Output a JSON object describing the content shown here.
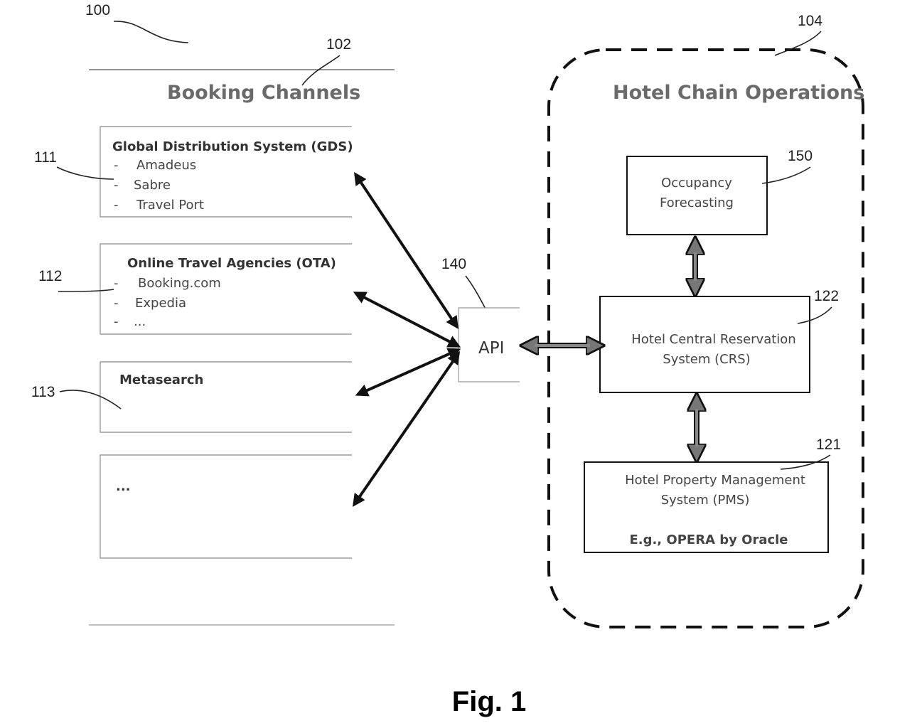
{
  "refs": {
    "r100": "100",
    "r102": "102",
    "r104": "104",
    "r111": "111",
    "r112": "112",
    "r113": "113",
    "r140": "140",
    "r150": "150",
    "r122": "122",
    "r121": "121"
  },
  "booking": {
    "title": "Booking Channels",
    "gds": {
      "title": "Global Distribution System (GDS)",
      "items": [
        "Amadeus",
        "Sabre",
        "Travel Port"
      ]
    },
    "ota": {
      "title": "Online Travel Agencies (OTA)",
      "items": [
        "Booking.com",
        "Expedia",
        "..."
      ]
    },
    "meta": {
      "title": "Metasearch"
    },
    "other": {
      "title": "..."
    }
  },
  "api": {
    "label": "API"
  },
  "hotel": {
    "title": "Hotel Chain Operations",
    "forecast": {
      "line1": "Occupancy",
      "line2": "Forecasting"
    },
    "crs": {
      "line1": "Hotel Central Reservation",
      "line2": "System (CRS)"
    },
    "pms": {
      "line1": "Hotel Property Management",
      "line2": "System (PMS)",
      "line3": "E.g., OPERA by Oracle"
    }
  },
  "figure": {
    "caption": "Fig. 1"
  }
}
